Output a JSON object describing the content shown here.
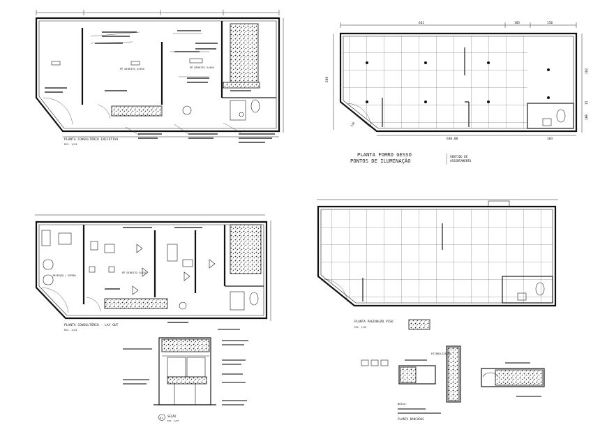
{
  "plans": {
    "plan_executive": {
      "title": "PLANTA CONSULTÓRIO EXECUTIVA",
      "scale": "ESC. 1/25",
      "room_label_1": "PÉ DIREITO 3=550",
      "room_label_2": "PÉ DIREITO 3=550"
    },
    "plan_ceiling": {
      "title_line1": "PLANTA FORRO GESSO",
      "title_line2": "PONTOS DE ILUMINAÇÃO",
      "legend_line1": "SENTIDO DE",
      "legend_line2": "ASSENTAMENTO",
      "dims": {
        "top_main": "642",
        "top_mid": "105",
        "top_right": "150",
        "left": "288",
        "right_upper": "282",
        "right_small": "15",
        "right_lower": "100",
        "bottom": "640.08",
        "bottom_right": "183",
        "door_diag": "130"
      }
    },
    "plan_layout": {
      "title": "PLANTA CONSULTÓRIO - LAY OUT",
      "scale": "ESC. 1/25",
      "label_a": "PÉ DIREITO 3=550",
      "label_b": "RECEPÇÃO / ESPERA"
    },
    "plan_floor": {
      "title_line1": "PLANTA PAGINAÇÃO PISO",
      "scale": "ESC. 1/25",
      "detail_title": "PLANTA BANCADAS",
      "detail_label": "ESTABILIZAÇÃO",
      "note_label": "NOTAS:"
    },
    "section": {
      "title": "SEÇÃO",
      "scale": "ESC. 1/25",
      "number": "01"
    }
  }
}
